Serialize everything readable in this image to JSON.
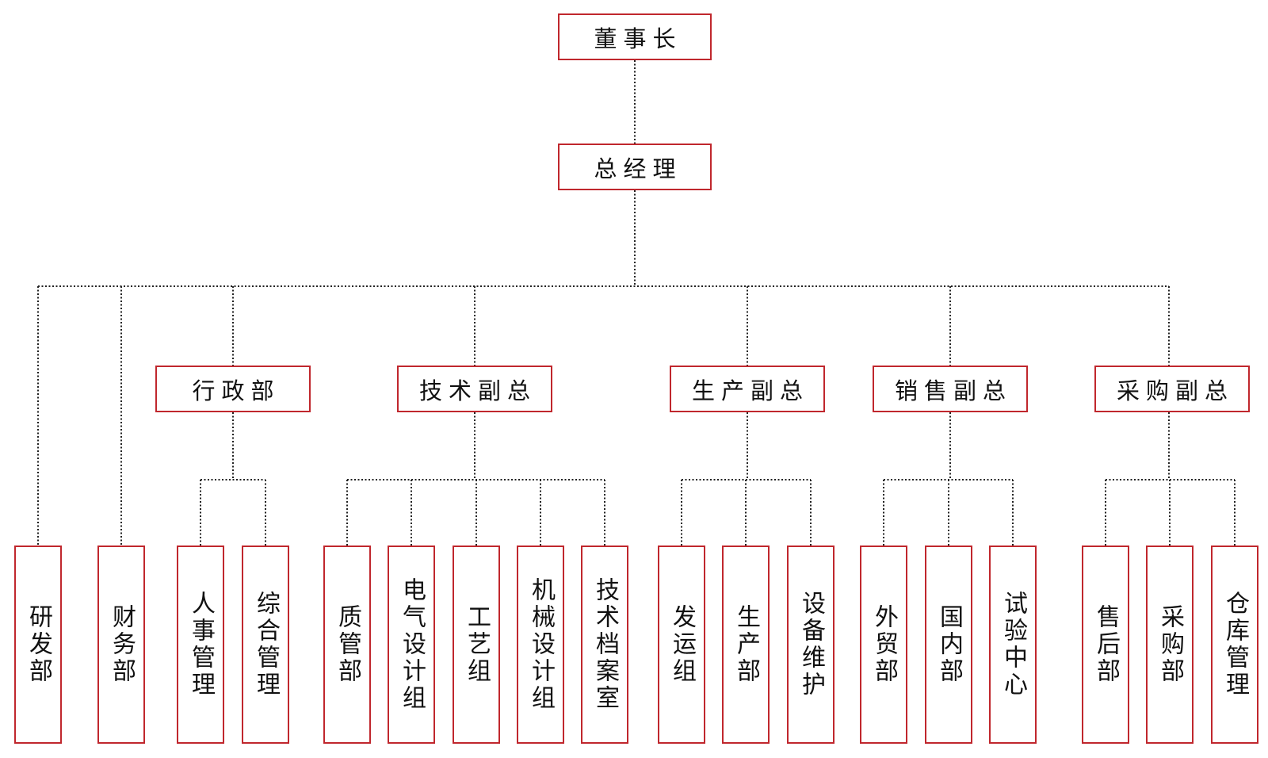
{
  "chart_data": {
    "type": "org-chart",
    "root": "董事长",
    "level2": "总经理",
    "units": [
      {
        "name": "研发部",
        "children": []
      },
      {
        "name": "财务部",
        "children": []
      },
      {
        "name": "行政部",
        "children": [
          "人事管理",
          "综合管理"
        ]
      },
      {
        "name": "技术副总",
        "children": [
          "质管部",
          "电气设计组",
          "工艺组",
          "机械设计组",
          "技术档案室"
        ]
      },
      {
        "name": "生产副总",
        "children": [
          "发运组",
          "生产部",
          "设备维护"
        ]
      },
      {
        "name": "销售副总",
        "children": [
          "外贸部",
          "国内部",
          "试验中心"
        ]
      },
      {
        "name": "采购副总",
        "children": [
          "售后部",
          "采购部",
          "仓库管理"
        ]
      }
    ]
  },
  "colors": {
    "box_border": "#c0272d",
    "connector": "#222222"
  }
}
